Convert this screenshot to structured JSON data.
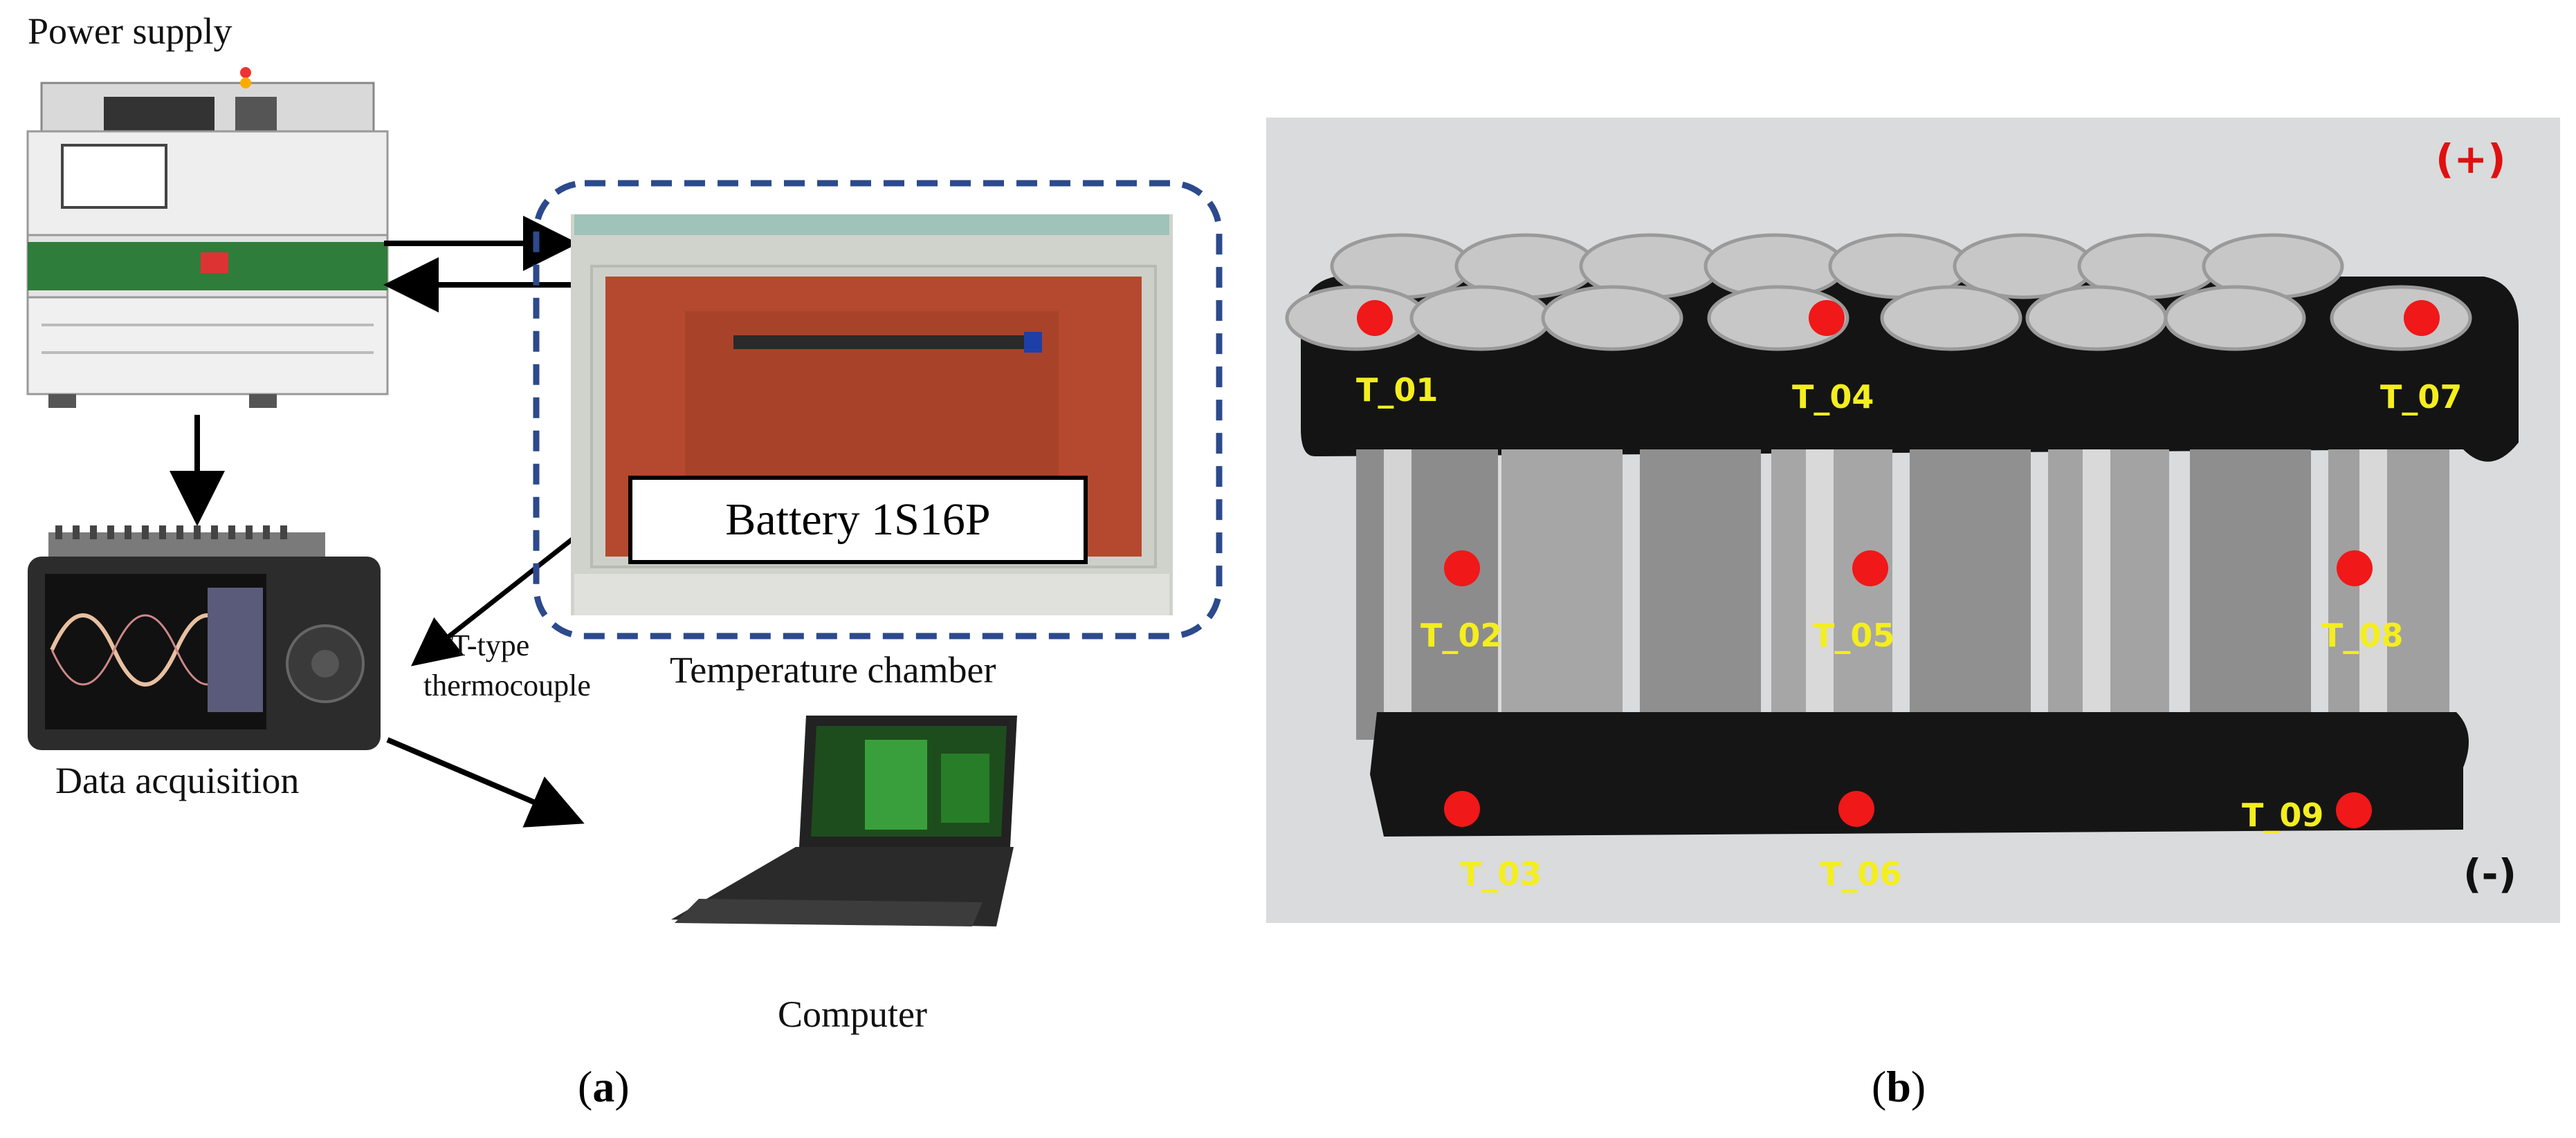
{
  "panel_a": {
    "power_supply_label": "Power supply",
    "battery_label": "Battery 1S16P",
    "chamber_label": "Temperature chamber",
    "thermocouple_label_line1": "T-type",
    "thermocouple_label_line2": "thermocouple",
    "daq_label": "Data acquisition",
    "computer_label": "Computer",
    "caption": "a"
  },
  "panel_b": {
    "positive_label": "(+)",
    "negative_label": "(-)",
    "sensors": [
      "T_01",
      "T_02",
      "T_03",
      "T_04",
      "T_05",
      "T_06",
      "T_07",
      "T_08",
      "T_09"
    ],
    "caption": "b"
  },
  "colors": {
    "chamber_border": "#2c4a8c",
    "sensor_dot": "#f01818",
    "sensor_text": "#f4ee1e",
    "positive": "#e01010",
    "chamber_interior": "#b5492f"
  }
}
